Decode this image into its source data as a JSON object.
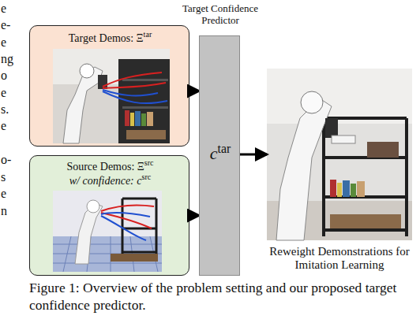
{
  "diagram": {
    "caption": "Figure 1: Overview of the problem setting and our proposed target confidence predictor.",
    "nodes": [
      {
        "text": [
          "Target Demos: Ξ",
          "tar"
        ]
      },
      {
        "text": [
          "Source Demos: Ξ",
          "src",
          "w/ confidence: c",
          "src"
        ]
      },
      {
        "text": [
          "Target Confidence Predictor",
          "c",
          "tar"
        ]
      },
      {
        "text": [
          "Reweight Demonstrations for Imitation Learning"
        ]
      }
    ],
    "edges": [
      {
        "from": 0,
        "to": 2,
        "arrow": "to"
      },
      {
        "from": 1,
        "to": 2,
        "arrow": "to"
      },
      {
        "from": 2,
        "to": 3,
        "arrow": "to"
      }
    ],
    "labels": [
      "e",
      "e-",
      "e",
      "ng",
      "o",
      "e",
      "s.",
      "e",
      "o-",
      "s",
      "e",
      "n"
    ]
  }
}
